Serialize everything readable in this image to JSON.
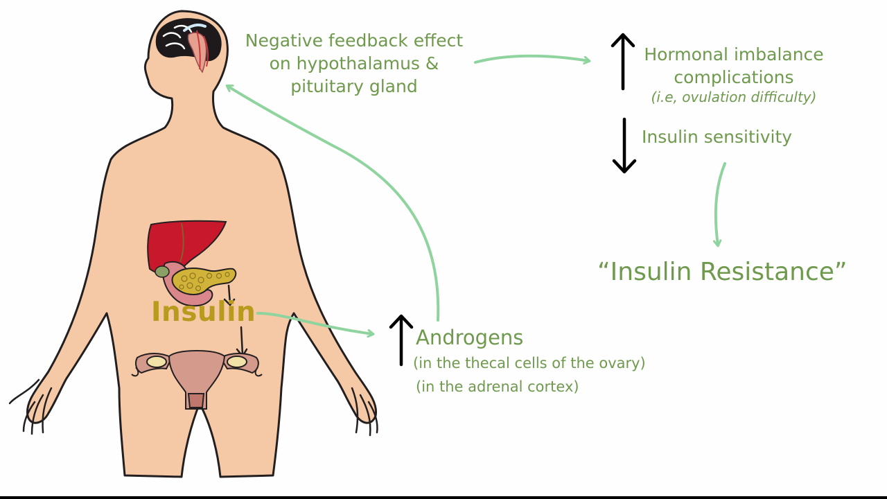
{
  "labels": {
    "negative_feedback": "Negative feedback effect on hypothalamus & pituitary gland",
    "hormonal_imbalance": "Hormonal imbalance complications",
    "hormonal_example": "(i.e, ovulation difficulty)",
    "insulin_sensitivity": "Insulin sensitivity",
    "insulin_resistance": "“Insulin Resistance”",
    "androgens": "Androgens",
    "androgens_source_ovary": "(in the thecal cells of the ovary)",
    "androgens_source_adrenal": "(in the adrenal cortex)",
    "insulin": "Insulin"
  },
  "colors": {
    "label_text": "#6f9a4e",
    "flow_arrow": "#8fd49e",
    "insulin_text": "#b89a1e",
    "skin": "#f5c9a6",
    "liver": "#c8182c",
    "pancreas": "#d2b33a",
    "uterus": "#d49a8c",
    "indicator_arrow": "#000000"
  },
  "indicators": {
    "hormonal_imbalance": "increase",
    "insulin_sensitivity": "decrease",
    "androgens": "increase"
  },
  "icons": [
    "brain-icon",
    "liver-icon",
    "pancreas-icon",
    "stomach-icon",
    "uterus-icon"
  ]
}
